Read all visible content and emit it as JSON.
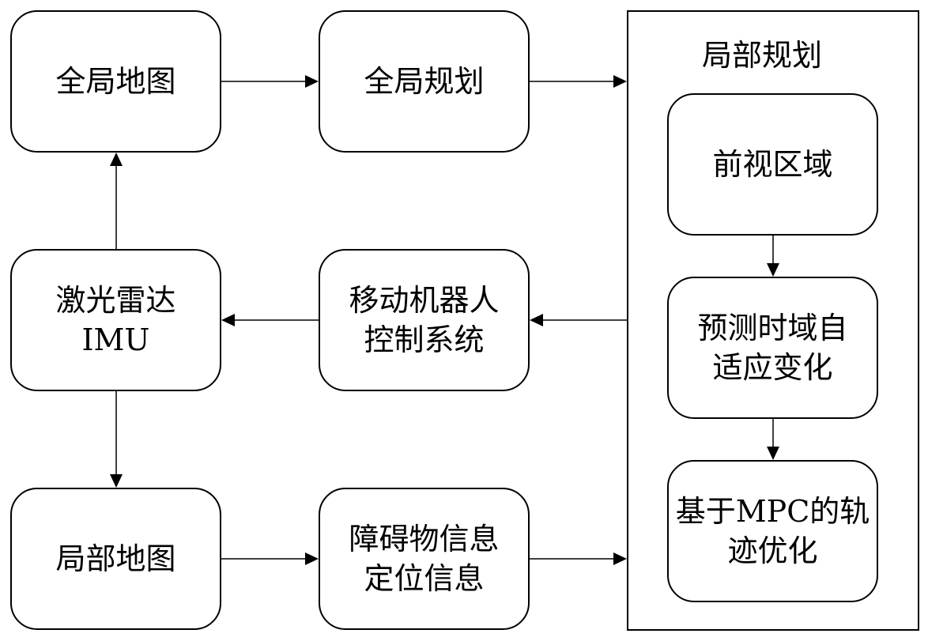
{
  "group": {
    "title": "局部规划"
  },
  "nodes": {
    "global_map": "全局地图",
    "global_planning": "全局规划",
    "lidar_imu": [
      "激光雷达",
      "IMU"
    ],
    "robot_control": [
      "移动机器人",
      "控制系统"
    ],
    "local_map": "局部地图",
    "obstacle_info": [
      "障碍物信息",
      "定位信息"
    ],
    "forward_region": "前视区域",
    "prediction_horizon": [
      "预测时域自",
      "适应变化"
    ],
    "mpc_optimization": [
      "基于MPC的轨",
      "迹优化"
    ]
  }
}
